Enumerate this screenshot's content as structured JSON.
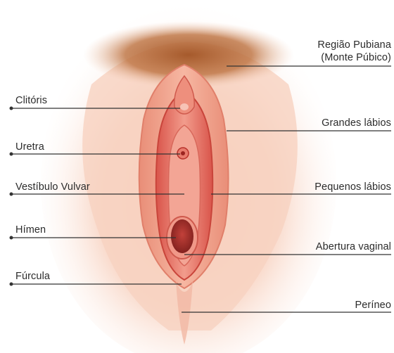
{
  "diagram": {
    "colors": {
      "skin_base": "#fbe3d7",
      "skin_shadow": "#f0bfa8",
      "hair": "#a65a2c",
      "outer_labia": "#f2a890",
      "inner_tissue": "#e2685a",
      "deep_red": "#b8322b",
      "line": "#333333",
      "dot": "#333333"
    },
    "labels": {
      "regiao_pubiana_1": "Região Pubiana",
      "regiao_pubiana_2": "(Monte Púbico)",
      "clitoris": "Clitóris",
      "grandes_labios": "Grandes lábios",
      "uretra": "Uretra",
      "vestibulo_vulvar": "Vestíbulo Vulvar",
      "pequenos_labios": "Pequenos lábios",
      "himen": "Hímen",
      "abertura_vaginal": "Abertura vaginal",
      "furcula": "Fúrcula",
      "perineo": "Períneo"
    }
  }
}
